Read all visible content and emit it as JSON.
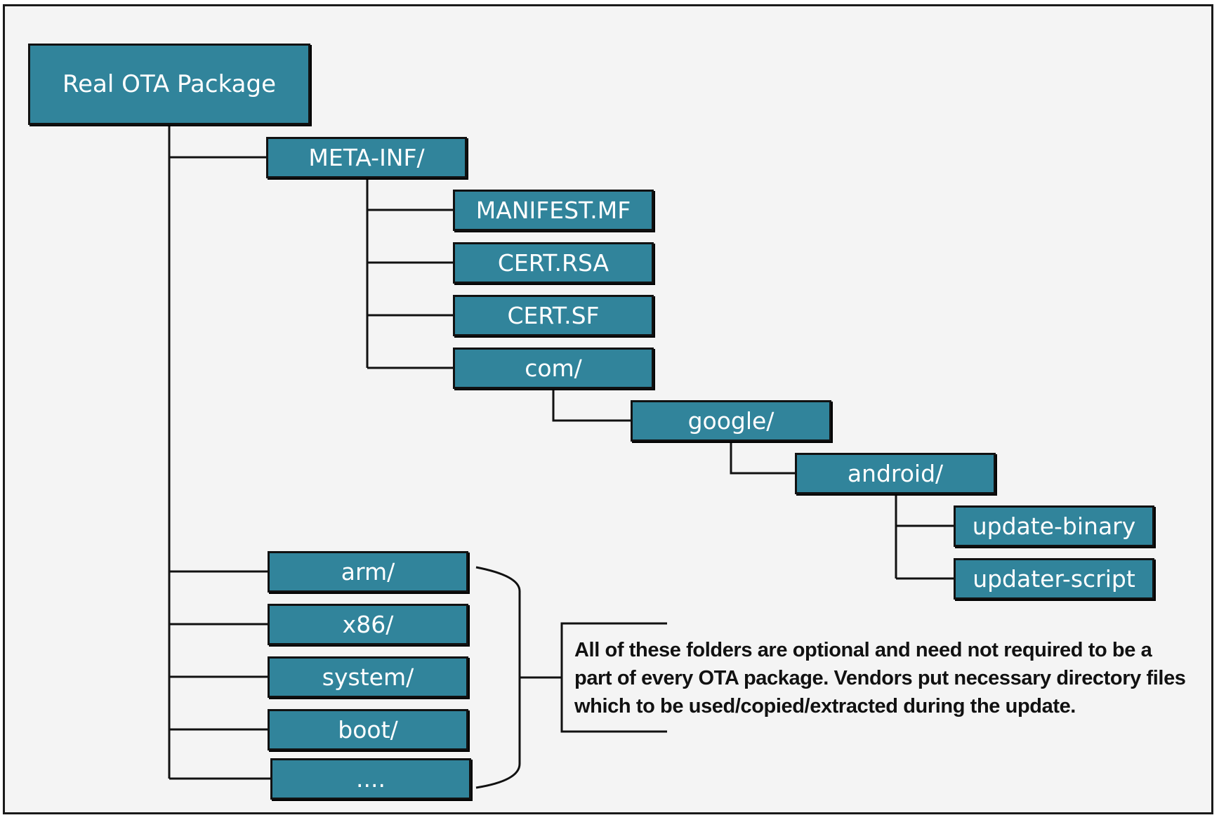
{
  "diagram": {
    "root": {
      "label": "Real OTA Package"
    },
    "meta_inf": {
      "label": "META-INF/",
      "children": [
        {
          "label": "MANIFEST.MF"
        },
        {
          "label": "CERT.RSA"
        },
        {
          "label": "CERT.SF"
        },
        {
          "label": "com/"
        }
      ]
    },
    "google": {
      "label": "google/"
    },
    "android": {
      "label": "android/",
      "children": [
        {
          "label": "update-binary"
        },
        {
          "label": "updater-script"
        }
      ]
    },
    "optional_folders": [
      {
        "label": "arm/"
      },
      {
        "label": "x86/"
      },
      {
        "label": "system/"
      },
      {
        "label": "boot/"
      },
      {
        "label": "...."
      }
    ],
    "note": "All of these folders are optional and need not required to be a part of every OTA package. Vendors put necessary directory files which to be used/copied/extracted during the update.",
    "colors": {
      "box_fill": "#31849b",
      "box_border": "#111111",
      "background": "#f4f4f4",
      "text": "#ffffff"
    }
  }
}
